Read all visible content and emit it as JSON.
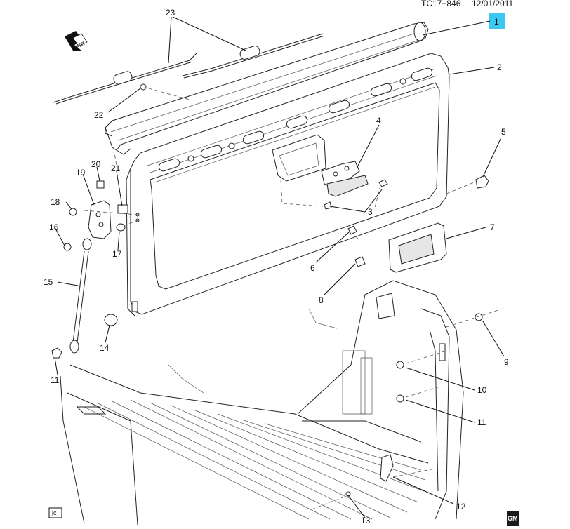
{
  "header": {
    "figure_id": "TC17−846",
    "date": "12/01/2011"
  },
  "highlight_color": "#3cc8f0",
  "callouts": [
    {
      "id": "c1",
      "label": "1"
    },
    {
      "id": "c2",
      "label": "2"
    },
    {
      "id": "c3",
      "label": "3"
    },
    {
      "id": "c4",
      "label": "4"
    },
    {
      "id": "c5",
      "label": "5"
    },
    {
      "id": "c6",
      "label": "6"
    },
    {
      "id": "c7",
      "label": "7"
    },
    {
      "id": "c8",
      "label": "8"
    },
    {
      "id": "c9",
      "label": "9"
    },
    {
      "id": "c10",
      "label": "10"
    },
    {
      "id": "c11a",
      "label": "11"
    },
    {
      "id": "c11b",
      "label": "11"
    },
    {
      "id": "c12",
      "label": "12"
    },
    {
      "id": "c13",
      "label": "13"
    },
    {
      "id": "c14",
      "label": "14"
    },
    {
      "id": "c15",
      "label": "15"
    },
    {
      "id": "c16",
      "label": "16"
    },
    {
      "id": "c17",
      "label": "17"
    },
    {
      "id": "c18",
      "label": "18"
    },
    {
      "id": "c19",
      "label": "19"
    },
    {
      "id": "c20",
      "label": "20"
    },
    {
      "id": "c21",
      "label": "21"
    },
    {
      "id": "c22",
      "label": "22"
    },
    {
      "id": "c23",
      "label": "23"
    }
  ],
  "front_indicator": "FRT",
  "corner_box": "jc",
  "brand_badge": "GM"
}
